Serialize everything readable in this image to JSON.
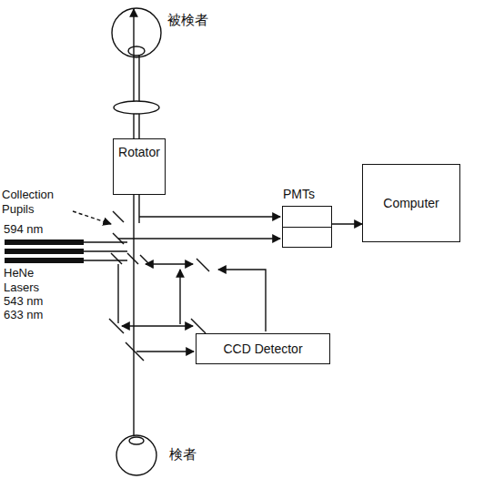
{
  "diagram": {
    "nodes": [
      {
        "text": [
          "Rotator"
        ]
      },
      {
        "text": [
          "PMTs"
        ]
      },
      {
        "text": [
          "Computer"
        ]
      },
      {
        "text": [
          "CCD Detector"
        ]
      }
    ],
    "edges": [
      {
        "from": 1,
        "to": 2,
        "arrow": "to"
      }
    ],
    "labels": [
      "被検者",
      "Collection Pupils",
      "594 nm",
      "HeNe Lasers",
      "543 nm",
      "633 nm",
      "検者"
    ]
  }
}
